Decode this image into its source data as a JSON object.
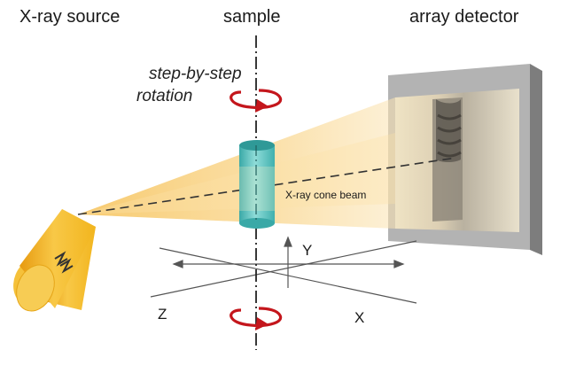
{
  "labels": {
    "source": "X-ray source",
    "sample": "sample",
    "detector": "array detector",
    "rotation_line1": "step-by-step",
    "rotation_line2": "rotation",
    "beam": "X-ray cone beam",
    "axis_x": "X",
    "axis_y": "Y",
    "axis_z": "Z"
  },
  "icons": {
    "rotation": "curved-rotation-arrow-icon",
    "radiation": "radiation-sign-icon"
  },
  "colors": {
    "beam": "#f7c766",
    "source_body": "#f2b51e",
    "sample_body": "#56c3c1",
    "rotation_arrow": "#c4161c",
    "detector_frame": "#a9a9a9"
  }
}
